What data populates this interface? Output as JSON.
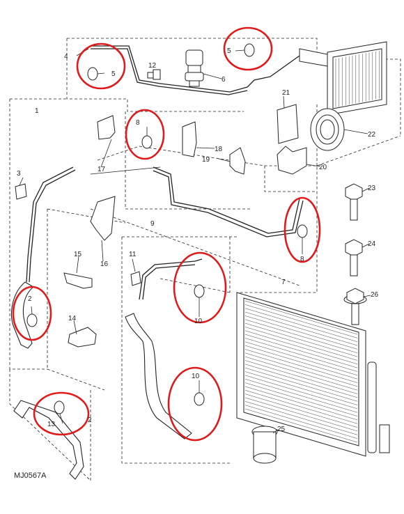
{
  "diagram": {
    "code": "MJ0567A",
    "highlight_color": "#e01a1a",
    "callouts": [
      "1",
      "2",
      "2",
      "3",
      "4",
      "5",
      "5",
      "6",
      "7",
      "8",
      "8",
      "9",
      "10",
      "10",
      "11",
      "12",
      "13",
      "14",
      "15",
      "16",
      "17",
      "18",
      "19",
      "20",
      "21",
      "22",
      "23",
      "24",
      "25",
      "26"
    ]
  }
}
